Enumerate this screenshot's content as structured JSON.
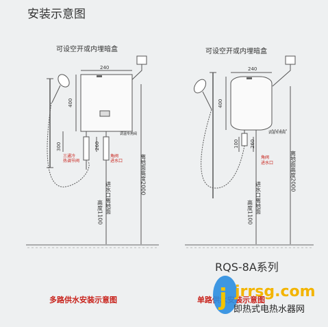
{
  "page_title": "安装示意图",
  "left": {
    "top_note": "可设空开或内埋暗盒",
    "width_dim": "240",
    "height_dim": "400",
    "dim_300": "300",
    "dim_260": "260",
    "label_valve_left": "三通冷\n热调节阀",
    "label_valve_right": "角阀\n进水口",
    "label_corner_valve": "角阀",
    "label_regulator": "调温专用阀",
    "label_ground_height": "离地面高度2000",
    "label_inlet_height": "进水口离地面高度1100",
    "caption": "多路供水安装示意图"
  },
  "right": {
    "top_note": "可设空开或内埋暗盒",
    "width_dim": "240",
    "height_dim": "400",
    "dim_100": "100",
    "dim_260": "260",
    "label_corner_valve": "角阀\n进水口",
    "label_regulator": "调温专用阀",
    "label_ground_height": "离地面高度2000",
    "label_inlet_height": "进水口离地面高度1100",
    "caption": "单路供水安装示意图"
  },
  "model": "RQS-8A系列",
  "watermark_url": "jrrsg.com",
  "watermark_text": "即热式电热水器网",
  "colors": {
    "caption": "#c8221b",
    "line": "#555555",
    "accent": "#1a7fd0"
  }
}
